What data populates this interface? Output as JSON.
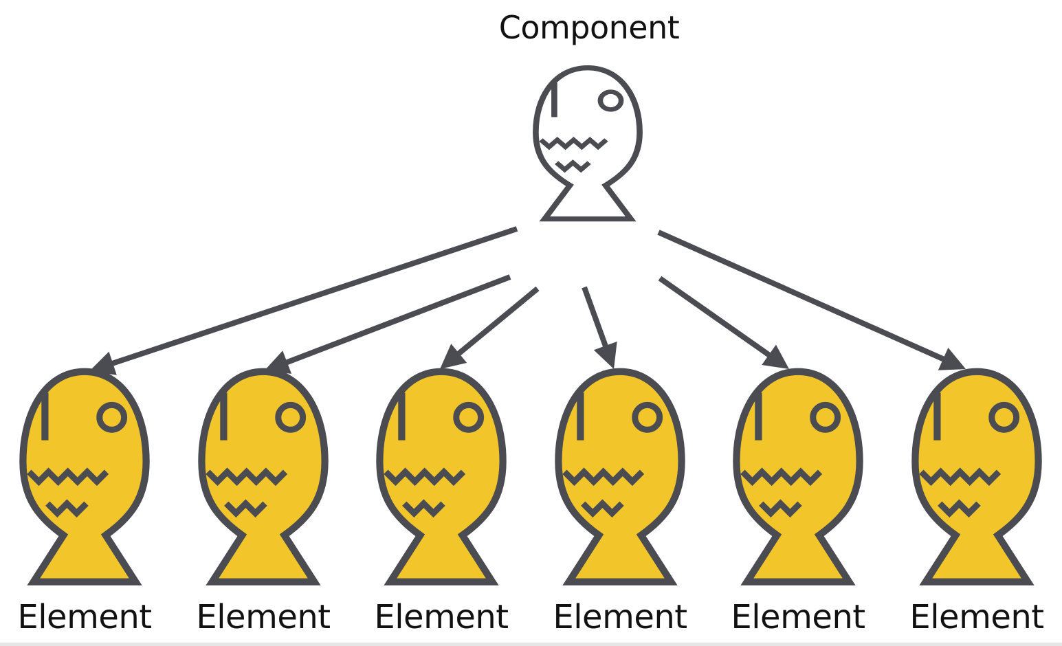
{
  "colors": {
    "stroke": "#4a4c52",
    "component_fill": "#ffffff",
    "element_fill": "#f2c52a",
    "background": "#ffffff",
    "text": "#111111"
  },
  "diagram": {
    "component": {
      "label": "Component",
      "icon": "fish-icon"
    },
    "elements": [
      {
        "label": "Element",
        "icon": "fish-icon"
      },
      {
        "label": "Element",
        "icon": "fish-icon"
      },
      {
        "label": "Element",
        "icon": "fish-icon"
      },
      {
        "label": "Element",
        "icon": "fish-icon"
      },
      {
        "label": "Element",
        "icon": "fish-icon"
      },
      {
        "label": "Element",
        "icon": "fish-icon"
      }
    ]
  }
}
